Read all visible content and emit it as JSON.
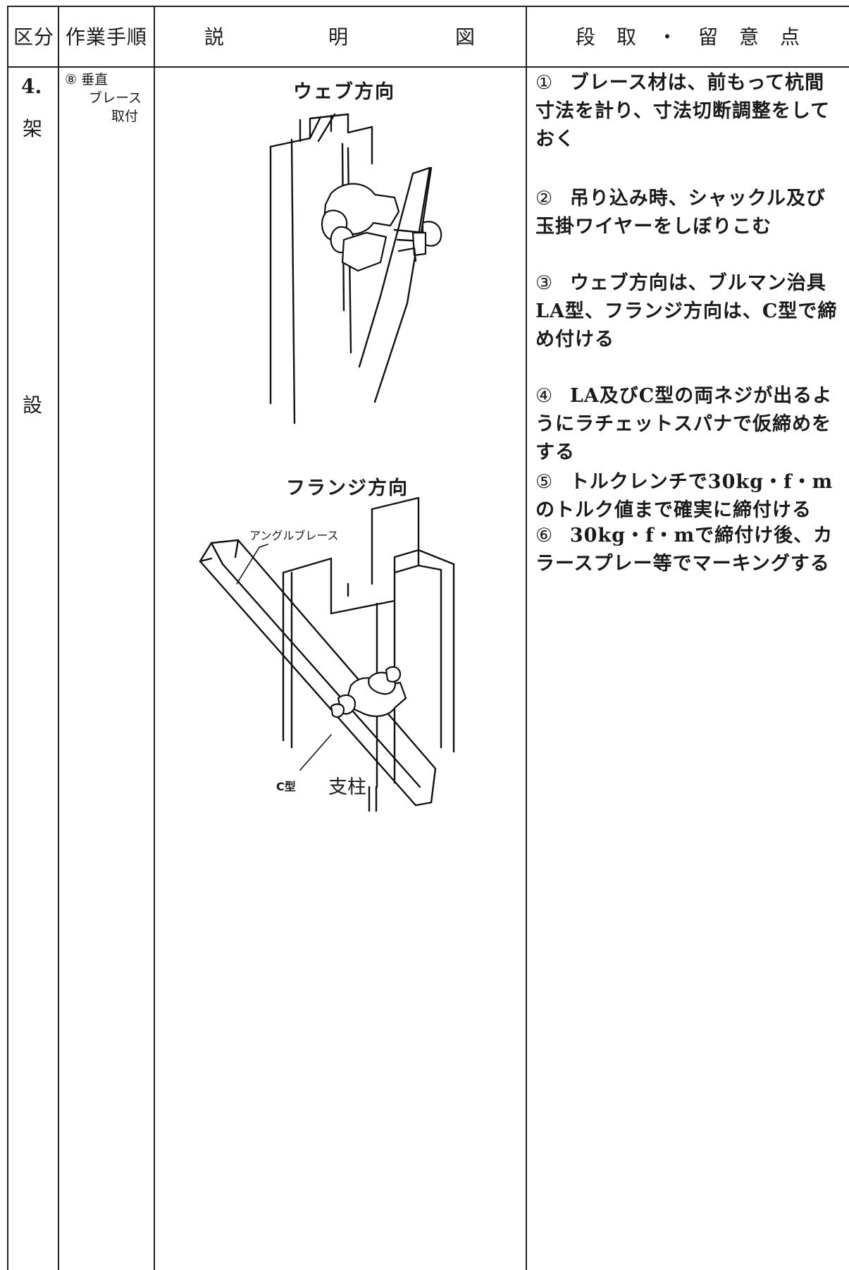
{
  "header": {
    "col1": "区分",
    "col2": "作業手順",
    "col3a": "説",
    "col3b": "明",
    "col3c": "図",
    "col4": "段　取　・　留　意　点"
  },
  "division": {
    "number": "4.",
    "char1": "架",
    "char2": "設"
  },
  "procedure": {
    "line1": "⑧ 垂直",
    "line2": "ブレース",
    "line3": "取付"
  },
  "figure": {
    "web_title": "ウェブ方向",
    "flange_title": "フランジ方向",
    "label_angle_brace": "アングルブレース",
    "label_c_type": "C型",
    "label_post": "支柱"
  },
  "notes": [
    {
      "num": "①",
      "text": "ブレース材は、前もって杭間寸法を計り、寸法切断調整をしておく"
    },
    {
      "num": "②",
      "text": "吊り込み時、シャックル及び玉掛ワイヤーをしぼりこむ"
    },
    {
      "num": "③",
      "text": "ウェブ方向は、ブルマン治具LA型、フランジ方向は、C型で締め付ける"
    },
    {
      "num": "④",
      "text": "LA及びC型の両ネジが出るようにラチェットスパナで仮締めをする"
    },
    {
      "num": "⑤",
      "text": "トルクレンチで30kg・f・mのトルク値まで確実に締付ける"
    },
    {
      "num": "⑥",
      "text": "30kg・f・mで締付け後、カラースプレー等でマーキングする"
    }
  ]
}
